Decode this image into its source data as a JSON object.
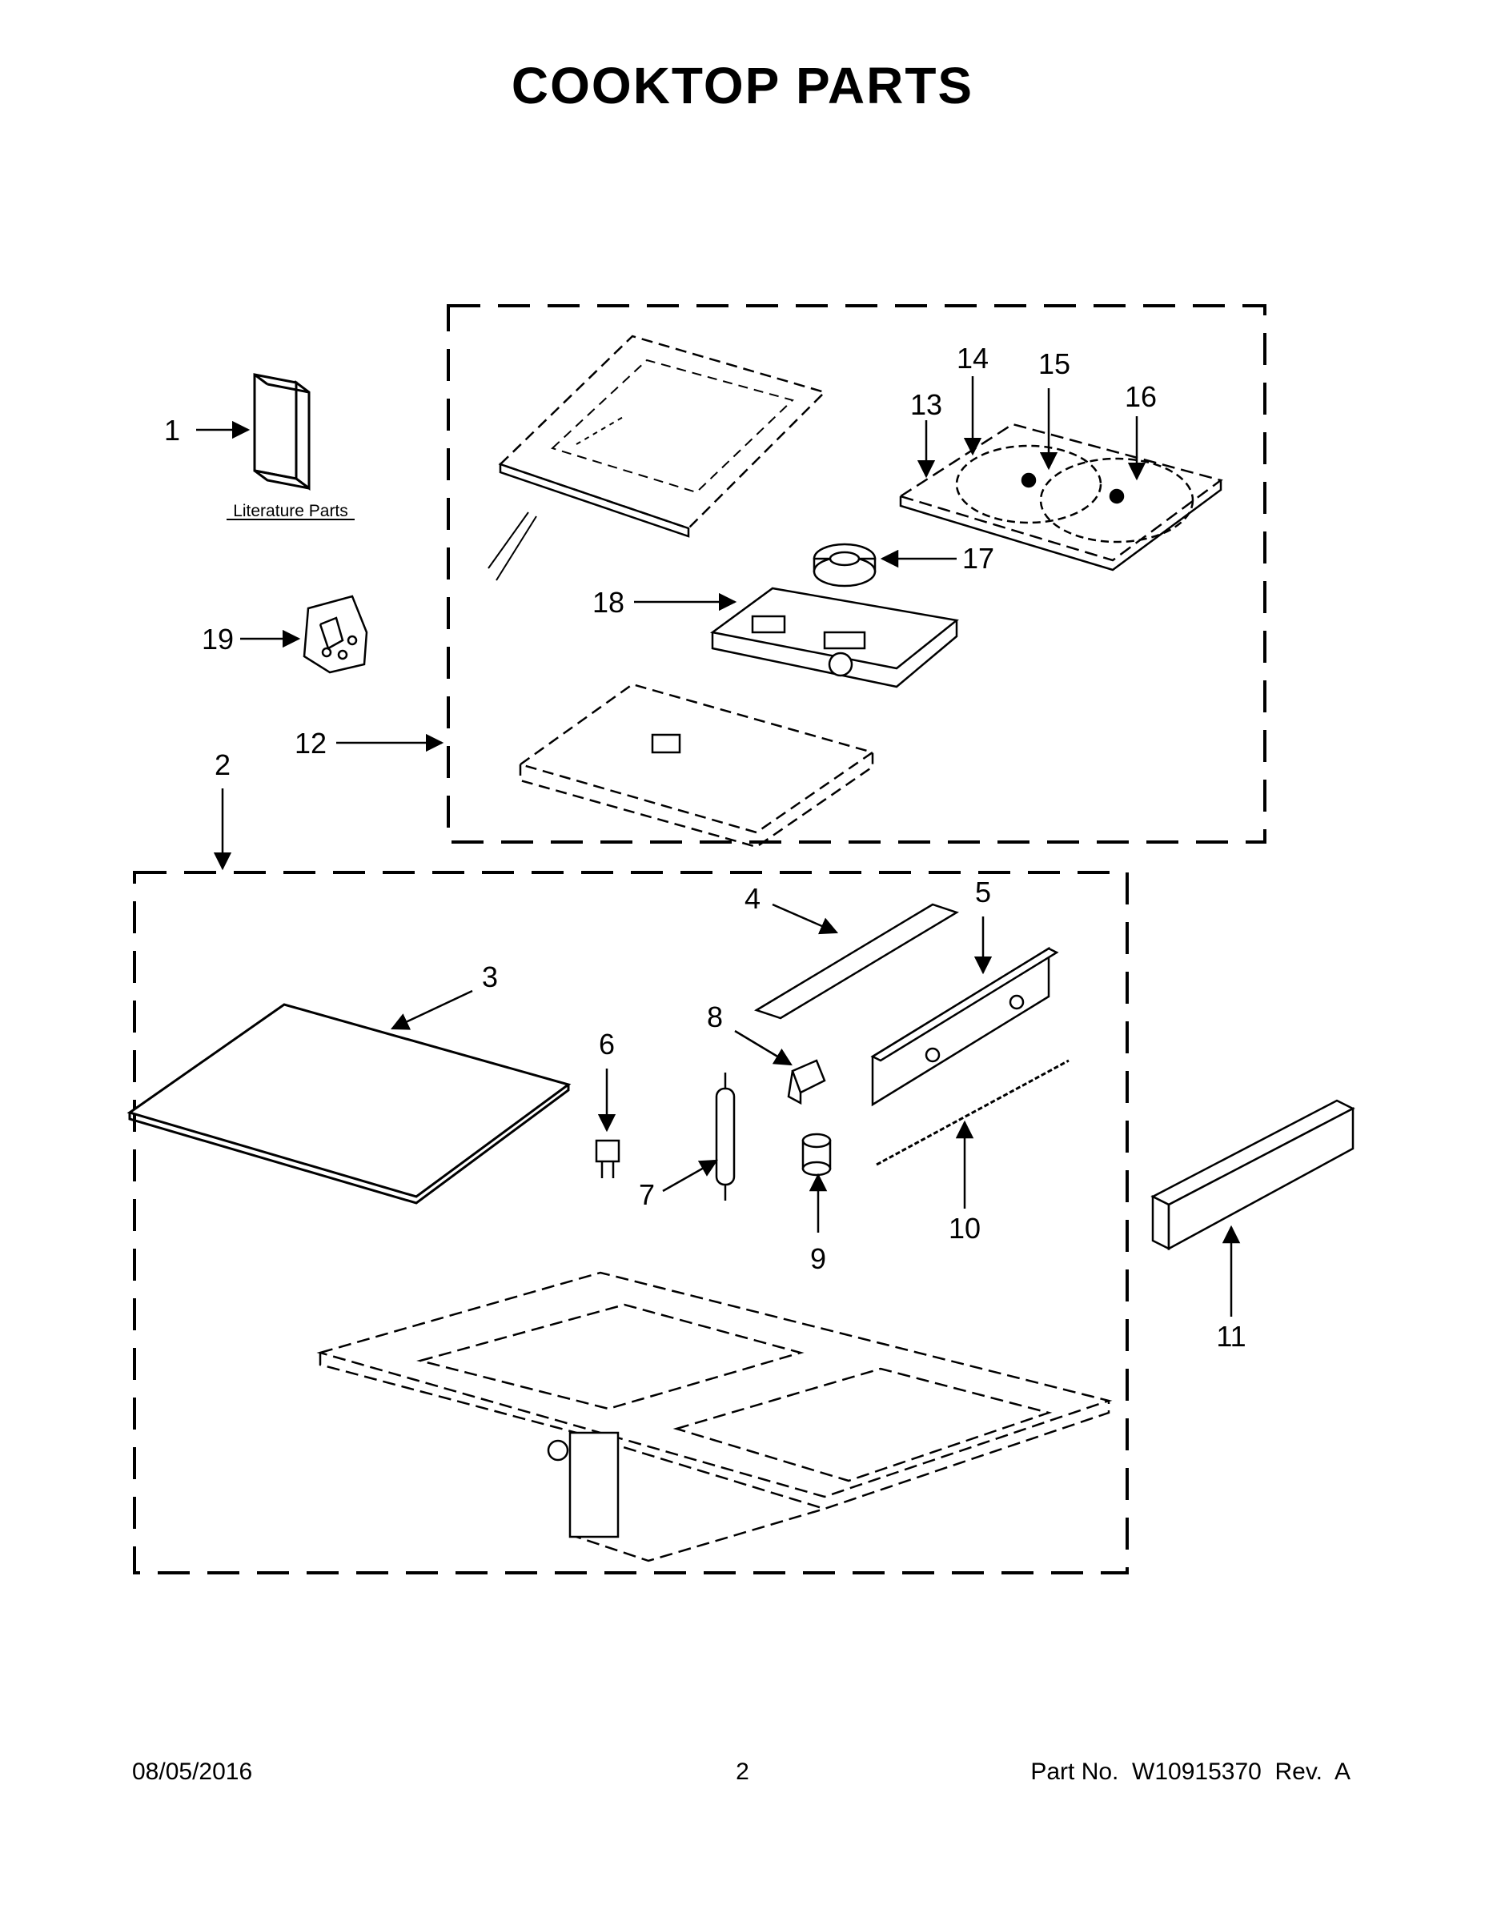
{
  "title": "COOKTOP PARTS",
  "literature_label": "Literature Parts",
  "callouts": {
    "c1": "1",
    "c2": "2",
    "c3": "3",
    "c4": "4",
    "c5": "5",
    "c6": "6",
    "c7": "7",
    "c8": "8",
    "c9": "9",
    "c10": "10",
    "c11": "11",
    "c12": "12",
    "c13": "13",
    "c14": "14",
    "c15": "15",
    "c16": "16",
    "c17": "17",
    "c18": "18",
    "c19": "19"
  },
  "footer": {
    "date": "08/05/2016",
    "page": "2",
    "part_number": "Part No.  W10915370  Rev.  A"
  }
}
